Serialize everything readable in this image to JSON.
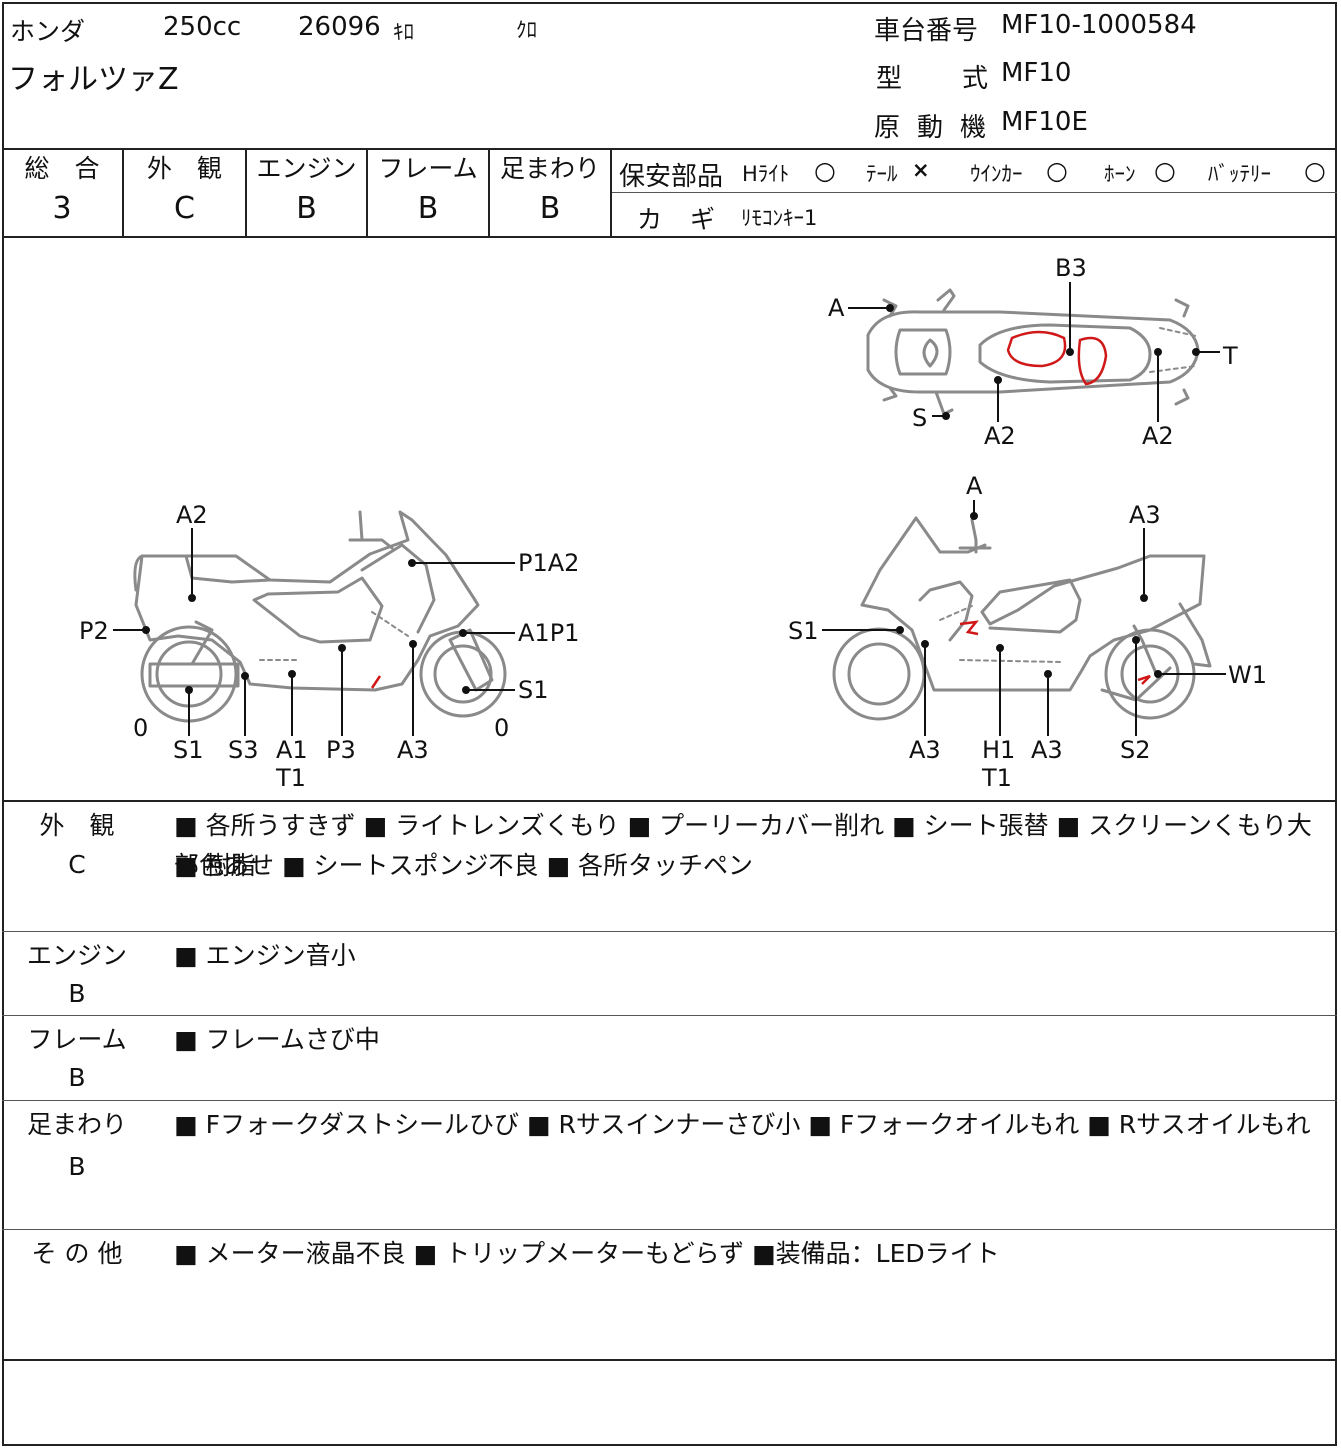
{
  "header": {
    "maker": "ホンダ",
    "displacement": "250cc",
    "mileage": "26096",
    "mileage_unit": "ｷﾛ",
    "color": "ｸﾛ",
    "model_name": "フォルツァZ",
    "frame_no_label": "車台番号",
    "frame_no": "MF10-1000584",
    "type_label_1": "型",
    "type_label_2": "式",
    "type_value": "MF10",
    "engine_label_1": "原",
    "engine_label_2": "動",
    "engine_label_3": "機",
    "engine_value": "MF10E"
  },
  "grades": [
    {
      "label": "総　合",
      "value": "3"
    },
    {
      "label": "外　観",
      "value": "C"
    },
    {
      "label": "エンジン",
      "value": "B"
    },
    {
      "label": "フレーム",
      "value": "B"
    },
    {
      "label": "足まわり",
      "value": "B"
    }
  ],
  "safety_parts": {
    "title": "保安部品",
    "items": [
      {
        "label": "Hﾗｲﾄ",
        "status": "○"
      },
      {
        "label": "ﾃｰﾙ",
        "status": "×"
      },
      {
        "label": "ｳｲﾝｶｰ",
        "status": "○"
      },
      {
        "label": "ﾎｰﾝ",
        "status": "○"
      },
      {
        "label": "ﾊﾞｯﾃﾘｰ",
        "status": "○"
      }
    ],
    "key_label_1": "カ",
    "key_label_2": "ギ",
    "key_value": "ﾘﾓｺﾝｷｰ1"
  },
  "diagram": {
    "left": {
      "labels": [
        "A2",
        "P1A2",
        "P2",
        "A1P1",
        "S1",
        "0",
        "S1",
        "S3",
        "A1",
        "T1",
        "P3",
        "A3",
        "0"
      ]
    },
    "top": {
      "labels": [
        "B3",
        "A",
        "T",
        "S",
        "A2",
        "A2"
      ]
    },
    "right": {
      "labels": [
        "A",
        "A3",
        "S1",
        "W1",
        "A3",
        "H1",
        "T1",
        "A3",
        "S2"
      ]
    },
    "marks_color": "#d01818",
    "line_color": "#8a8a8a"
  },
  "sections": [
    {
      "label_1": "外　観",
      "label_2": "C",
      "text_1": "■ 各所うすきず ■ ライトレンズくもり ■ プーリーカバー削れ ■ シート張替 ■ スクリーンくもり大 ■ 樹脂",
      "text_2": "部色あせ ■ シートスポンジ不良 ■ 各所タッチペン"
    },
    {
      "label_1": "エンジン",
      "label_2": "B",
      "text_1": "■ エンジン音小"
    },
    {
      "label_1": "フレーム",
      "label_2": "B",
      "text_1": "■ フレームさび中"
    },
    {
      "label_1": "足まわり",
      "label_2": "B",
      "text_1": "■ Fフォークダストシールひび ■ Rサスインナーさび小 ■ Fフォークオイルもれ ■ Rサスオイルもれ"
    },
    {
      "label_1": "そ の 他",
      "text_1": "■ メーター液晶不良 ■ トリップメーターもどらず ■装備品：LEDライト"
    }
  ]
}
